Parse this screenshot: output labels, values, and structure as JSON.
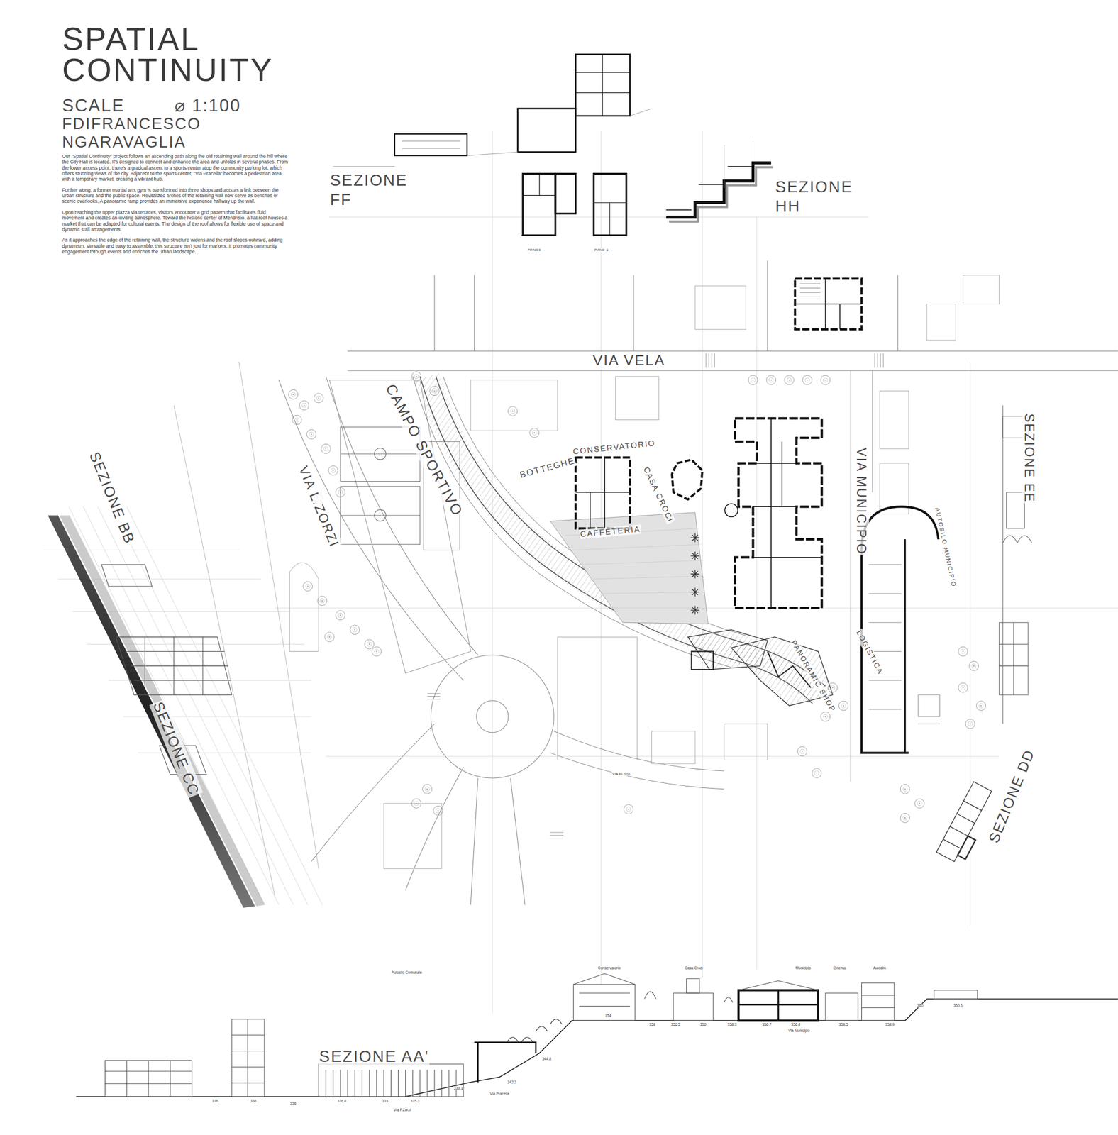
{
  "diagram": {
    "title": "SPATIAL CONTINUITY",
    "labels": [
      "SCALE",
      "⌀ 1:100",
      "FDIFRANCESCO",
      "NGARAVAGLIA",
      "Our \"Spatial Continuity\" project follows an ascending path along the old retaining wall around the hill where the City Hall is located. It's designed to connect and enhance the area and unfolds in several phases. From the lower access point, there's a gradual ascent to a sports center atop the community parking lot, which offers stunning views of the city. Adjacent to the sports center, \"Via Pracella\" becomes a pedestrian area with a temporary market, creating a vibrant hub.",
      "Further along, a former martial arts gym is transformed into three shops and acts as a link between the urban structure and the public space. Revitalized arches of the retaining wall now serve as benches or scenic overlooks. A panoramic ramp provides an immersive experience halfway up the wall.",
      "Upon reaching the upper piazza via terraces, visitors encounter a grid pattern that facilitates fluid movement and creates an inviting atmosphere. Toward the historic center of Mendrisio, a flat roof houses a market that can be adapted for cultural events. The design of the roof allows for flexible use of space and dynamic stall arrangements.",
      "As it approaches the edge of the retaining wall, the structure widens and the roof slopes outward, adding dynamism. Versatile and easy to assemble, this structure isn't just for markets. It promotes community engagement through events and enriches the urban landscape.",
      "SEZIONE FF",
      "SEZIONE HH",
      "PIANO 0",
      "PIANO -1",
      "VIA VELA",
      "VIA MUNICIPIO",
      "SEZIONE EE",
      "SEZIONE BB",
      "SEZIONE CC",
      "CAMPO SPORTIVO",
      "VIA L.ZORZI",
      "BOTTEGHE",
      "CONSERVATORIO",
      "CASA CROCI",
      "CAFFETERIA",
      "AUTOSILO MUNICIPIO",
      "LOGISTICA",
      "PANORAMIC SHOP",
      "VIA BOSSI",
      "SEZIONE DD",
      "SEZIONE AA'",
      "Autosilo Comunale",
      "Conservatorio",
      "Casa Croci",
      "Municipio",
      "Cinema",
      "Autosilo",
      "336",
      "336",
      "336",
      "336.8",
      "335",
      "335.3",
      "339.1",
      "342.2",
      "344.8",
      "354",
      "358",
      "356.5",
      "356",
      "358.3",
      "356.7",
      "356.4",
      "358.5",
      "358.9",
      "360",
      "360.6",
      "Via Pracella",
      "Via F.Zorzi",
      "Via Municipio"
    ]
  }
}
